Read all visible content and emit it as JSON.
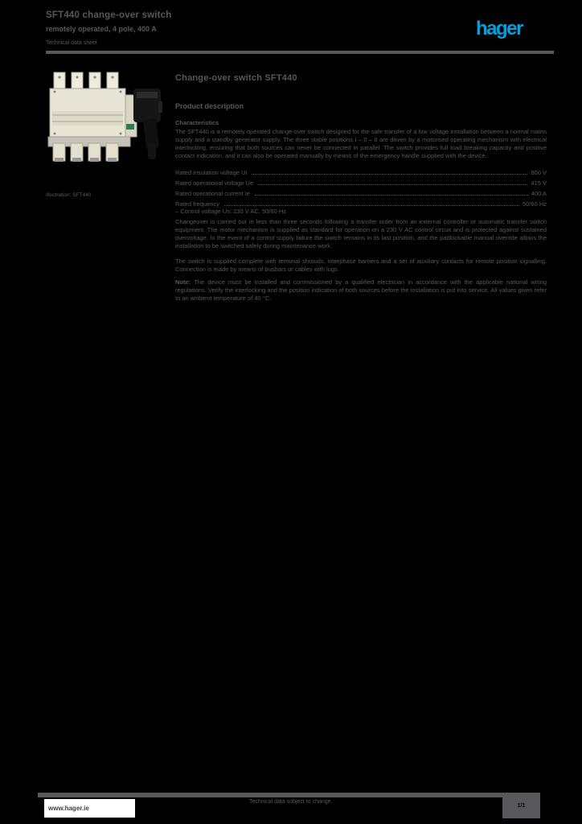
{
  "page": {
    "background": "#000000",
    "text_color": "#58585a",
    "accent_blue": "#00a0e1"
  },
  "header": {
    "title_line1": "SFT440 change-over switch",
    "title_line2": "remotely operated, 4 pole, 400 A",
    "title_line3": "Technical data sheet",
    "logo_text": "hager"
  },
  "product": {
    "image_caption": "Illustration: SFT440"
  },
  "content": {
    "heading": "Change-over switch SFT440",
    "subheading": "Product description",
    "section1_title": "Characteristics",
    "section1_text": "The SFT440 is a remotely operated change-over switch designed for the safe transfer of a low voltage installation between a normal mains supply and a standby generator supply. The three stable positions I – 0 – II are driven by a motorised operating mechanism with electrical interlocking, ensuring that both sources can never be connected in parallel. The switch provides full load breaking capacity and positive contact indication, and it can also be operated manually by means of the emergency handle supplied with the device.",
    "specs": [
      {
        "label": "Rated insulation voltage Ui",
        "value": "800 V"
      },
      {
        "label": "Rated operational voltage Ue",
        "value": "415 V"
      },
      {
        "label": "Rated operational current Ie",
        "value": "400 A"
      },
      {
        "label": "Rated frequency",
        "value": "50/60 Hz"
      }
    ],
    "spec_note": "–  Control voltage Us: 230 V AC, 50/60 Hz",
    "section2_text": "Changeover is carried out in less than three seconds following a transfer order from an external controller or automatic transfer switch equipment. The motor mechanism is supplied as standard for operation on a 230 V AC control circuit and is protected against sustained overvoltage. In the event of a control supply failure the switch remains in its last position, and the padlockable manual override allows the installation to be switched safely during maintenance work.",
    "section3_text": "The switch is supplied complete with terminal shrouds, interphase barriers and a set of auxiliary contacts for remote position signalling. Connection is made by means of busbars or cables with lugs.",
    "note_label": "Note:",
    "note_text": "The device must be installed and commissioned by a qualified electrician in accordance with the applicable national wiring regulations. Verify the interlocking and the position indication of both sources before the installation is put into service. All values given refer to an ambient temperature of 40 °C."
  },
  "footer": {
    "website": "www.hager.ie",
    "center_text": "Technical data subject to change.",
    "page_indicator": "1/1"
  }
}
